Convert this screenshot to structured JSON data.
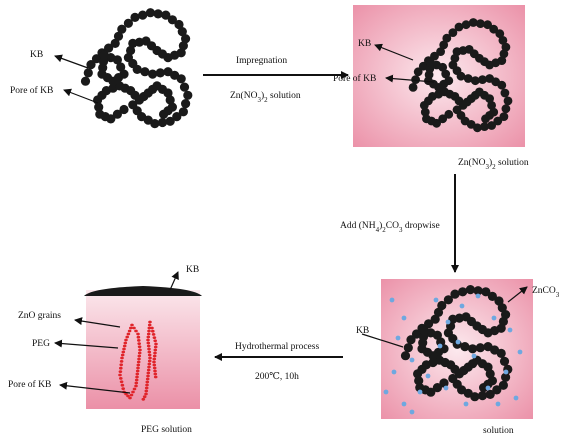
{
  "labels": {
    "kb_1": "KB",
    "pore_1": "Pore of KB",
    "impregnation": "Impregnation",
    "zn_no3_solution_arrow": {
      "pre": "Zn(NO",
      "sub1": "3",
      "mid": ")",
      "sub2": "2",
      "post": " solution"
    },
    "kb_2": "KB",
    "pore_2": "Pore of KB",
    "zn_no3_solution_caption": {
      "pre": "Zn(NO",
      "sub1": "3",
      "mid": ")",
      "sub2": "2",
      "post": "  solution"
    },
    "add_nh4": {
      "pre": "Add (NH",
      "sub1": "4",
      "mid": ")",
      "sub2": "2",
      "mid2": "CO",
      "sub3": "3",
      "post": "  dropwise"
    },
    "znco3": {
      "pre": "ZnCO",
      "sub": "3"
    },
    "kb_4": "KB",
    "solution_caption": "solution",
    "hydrothermal": "Hydrothermal process",
    "conditions": "200℃, 10h",
    "kb_3": "KB",
    "zno_grains": "ZnO grains",
    "peg": "PEG",
    "pore_3": "Pore of KB",
    "peg_solution": "PEG solution"
  },
  "colors": {
    "carbon": "#1a1a1a",
    "solution_pink_top": "#fbe6ea",
    "solution_pink_bottom": "#e98ea5",
    "znco3_dot": "#6ea8e0",
    "zno_red": "#e0242a"
  }
}
